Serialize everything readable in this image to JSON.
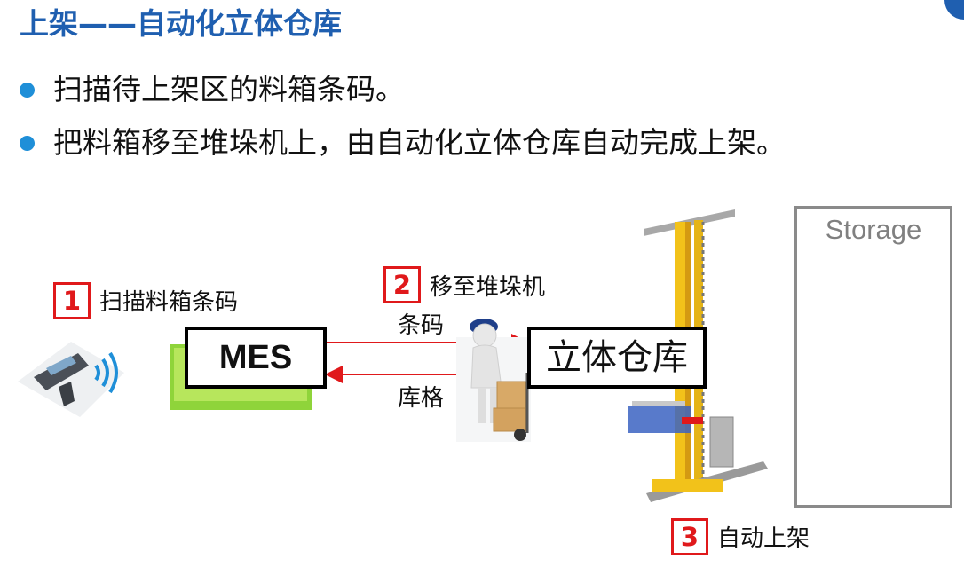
{
  "title": "上架——自动化立体仓库",
  "bullets": [
    "扫描待上架区的料箱条码。",
    "把料箱移至堆垛机上，由自动化立体仓库自动完成上架。"
  ],
  "steps": [
    {
      "number": "1",
      "label": "扫描料箱条码"
    },
    {
      "number": "2",
      "label": "移至堆垛机"
    },
    {
      "number": "3",
      "label": "自动上架"
    }
  ],
  "nodes": {
    "mes": "MES",
    "warehouse": "立体仓库"
  },
  "arrows": {
    "to_warehouse": "条码",
    "to_mes": "库格"
  },
  "storage": {
    "title": "Storage"
  },
  "colors": {
    "title": "#1f5fb0",
    "bullet": "#1f8fd8",
    "badge": "#e0191b",
    "arrow": "#e0191b",
    "crane": "#f2c21a"
  }
}
